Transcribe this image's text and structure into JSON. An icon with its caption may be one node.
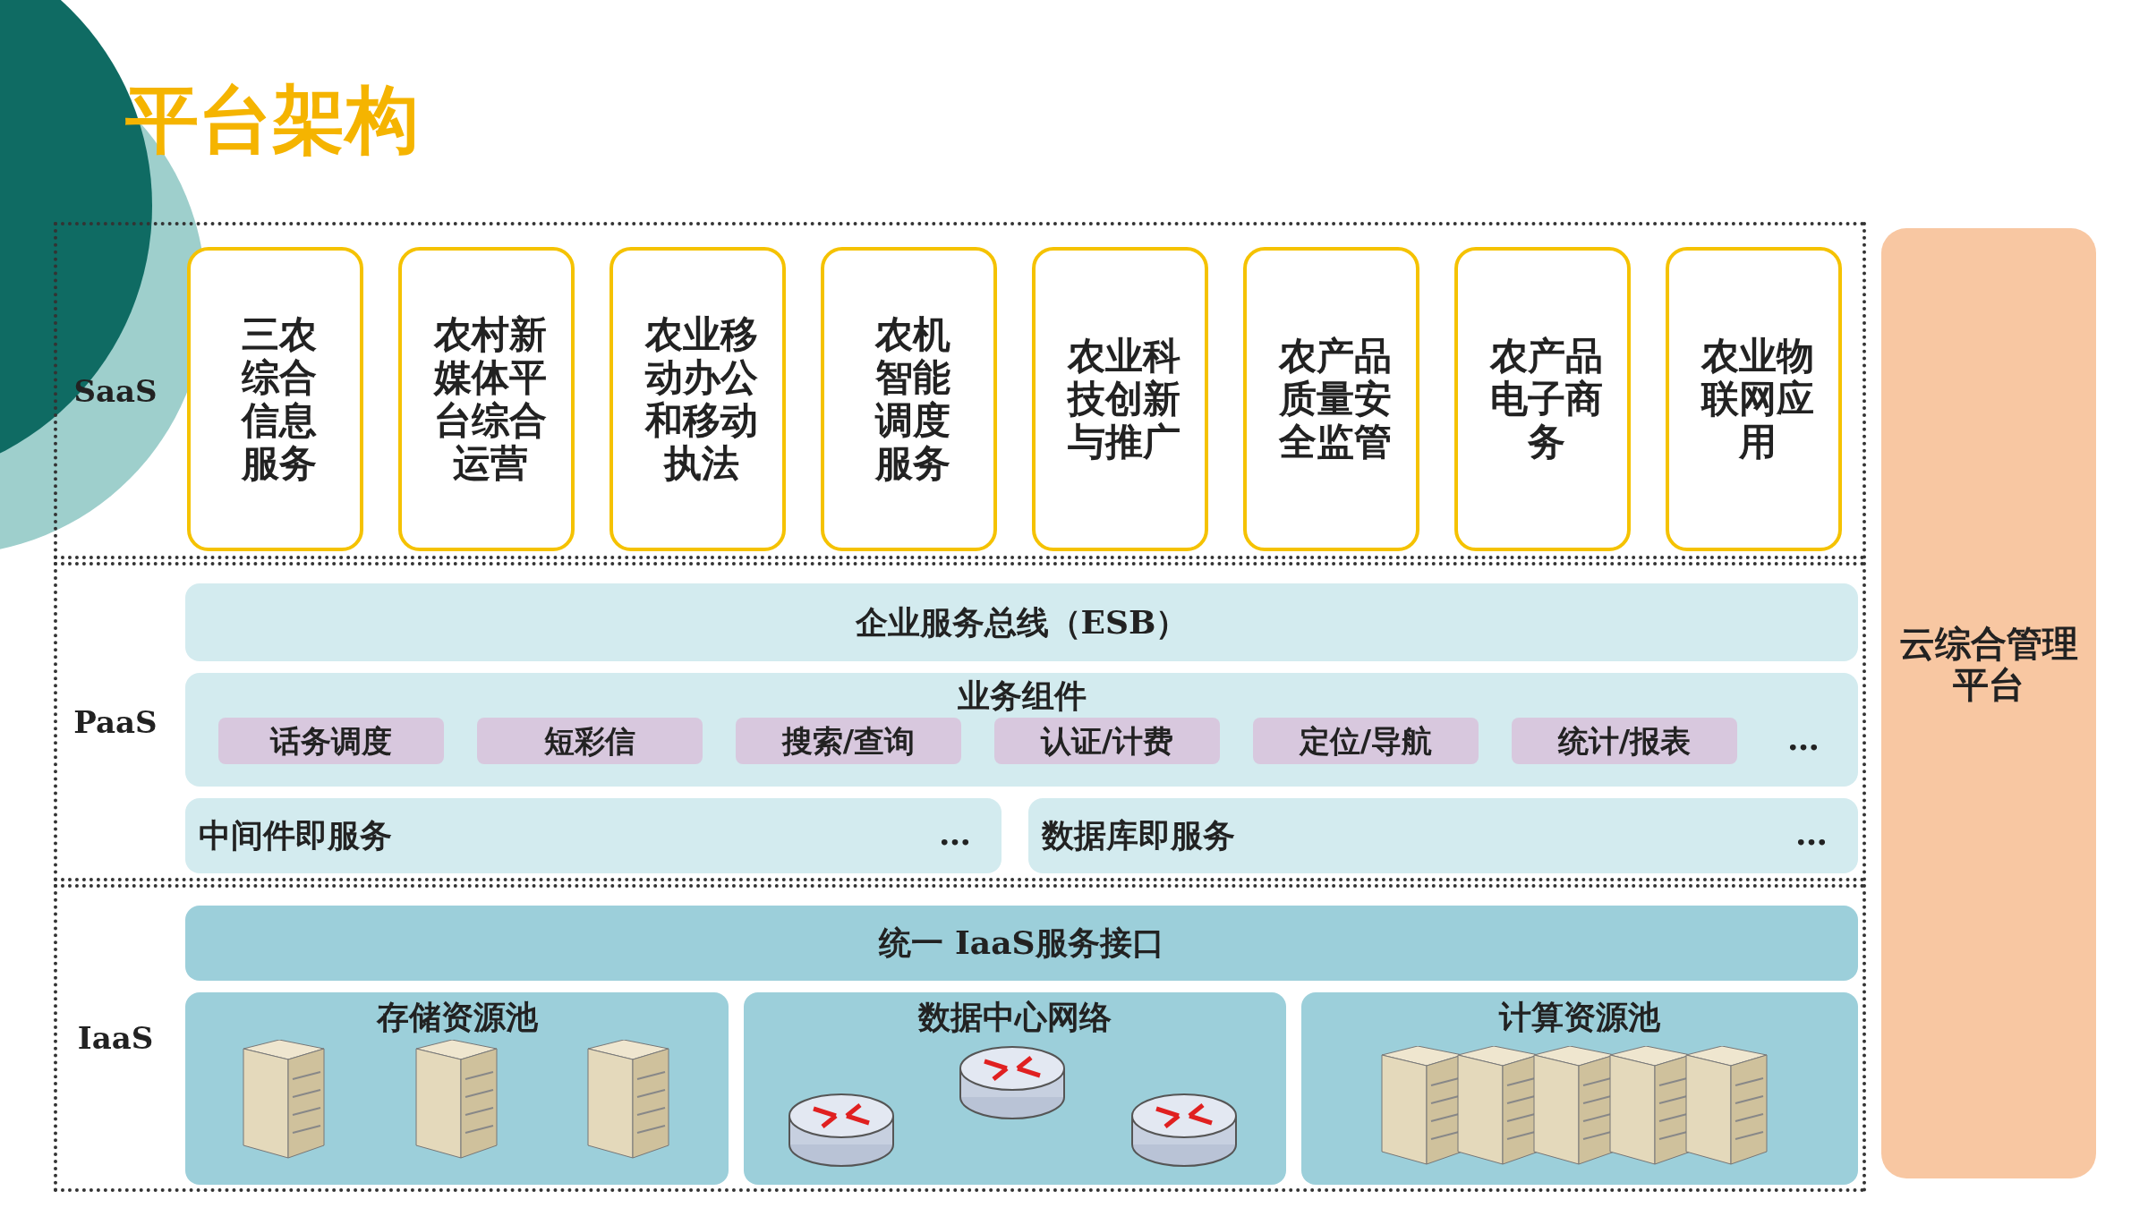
{
  "diagram": {
    "title": "平台架构",
    "nodes": [
      {
        "text": [
          "SaaS"
        ]
      },
      {
        "text": [
          "三农综合信息服务"
        ],
        "in": 0
      },
      {
        "text": [
          "农村新媒体平台综合运营"
        ],
        "in": 0
      },
      {
        "text": [
          "农业移动办公和移动执法"
        ],
        "in": 0
      },
      {
        "text": [
          "农机智能调度服务"
        ],
        "in": 0
      },
      {
        "text": [
          "农业科技创新与推广"
        ],
        "in": 0
      },
      {
        "text": [
          "农产品质量安全监管"
        ],
        "in": 0
      },
      {
        "text": [
          "农产品电子商务"
        ],
        "in": 0
      },
      {
        "text": [
          "农业物联网应用"
        ],
        "in": 0
      },
      {
        "text": [
          "PaaS"
        ]
      },
      {
        "text": [
          "企业服务总线（ESB）"
        ],
        "in": 9
      },
      {
        "text": [
          "业务组件",
          "…"
        ],
        "in": 9
      },
      {
        "text": [
          "话务调度"
        ],
        "in": 11
      },
      {
        "text": [
          "短彩信"
        ],
        "in": 11
      },
      {
        "text": [
          "搜索/查询"
        ],
        "in": 11
      },
      {
        "text": [
          "认证/计费"
        ],
        "in": 11
      },
      {
        "text": [
          "定位/导航"
        ],
        "in": 11
      },
      {
        "text": [
          "统计/报表"
        ],
        "in": 11
      },
      {
        "text": [
          "中间件即服务",
          "…"
        ],
        "in": 9
      },
      {
        "text": [
          "数据库即服务",
          "…"
        ],
        "in": 9
      },
      {
        "text": [
          "IaaS"
        ]
      },
      {
        "text": [
          "统一 IaaS服务接口"
        ],
        "in": 20
      },
      {
        "text": [
          "存储资源池"
        ],
        "in": 20
      },
      {
        "text": [
          "数据中心网络"
        ],
        "in": 20
      },
      {
        "text": [
          "计算资源池"
        ],
        "in": 20
      },
      {
        "text": [
          "云综合管理平台"
        ]
      }
    ]
  }
}
